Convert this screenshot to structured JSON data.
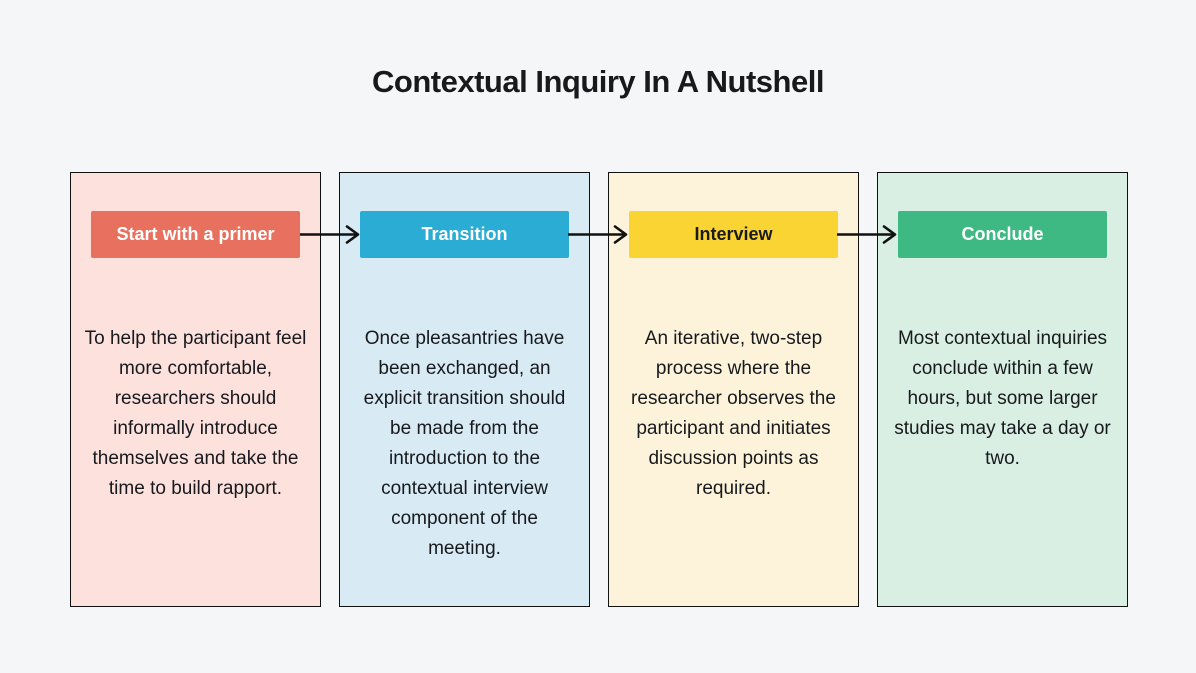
{
  "page": {
    "title": "Contextual Inquiry In A Nutshell",
    "background_color": "#F5F6F8",
    "text_color": "#17191D",
    "border_color": "#111111",
    "arrow_color": "#111111"
  },
  "cards": [
    {
      "label": "Start with a primer",
      "body": "To help the participant feel more comfortable, researchers should informally introduce themselves and take the time to build rapport.",
      "card_bg": "#FCE1DD",
      "button_bg": "#E8705F",
      "button_text_color": "#FFFFFF"
    },
    {
      "label": "Transition",
      "body": "Once pleasantries have been exchanged, an explicit transition should be made from the introduction to the contextual interview component of the meeting.",
      "card_bg": "#D8EAF4",
      "button_bg": "#2AACD4",
      "button_text_color": "#FFFFFF"
    },
    {
      "label": "Interview",
      "body": "An iterative, two-step process where the researcher observes the participant and initiates discussion points as required.",
      "card_bg": "#FCF3DA",
      "button_bg": "#F9D433",
      "button_text_color": "#1A1A1A"
    },
    {
      "label": "Conclude",
      "body": "Most contextual inquiries conclude within a few hours, but some larger studies may take a day or two.",
      "card_bg": "#D9EFE3",
      "button_bg": "#3FB984",
      "button_text_color": "#FFFFFF"
    }
  ]
}
